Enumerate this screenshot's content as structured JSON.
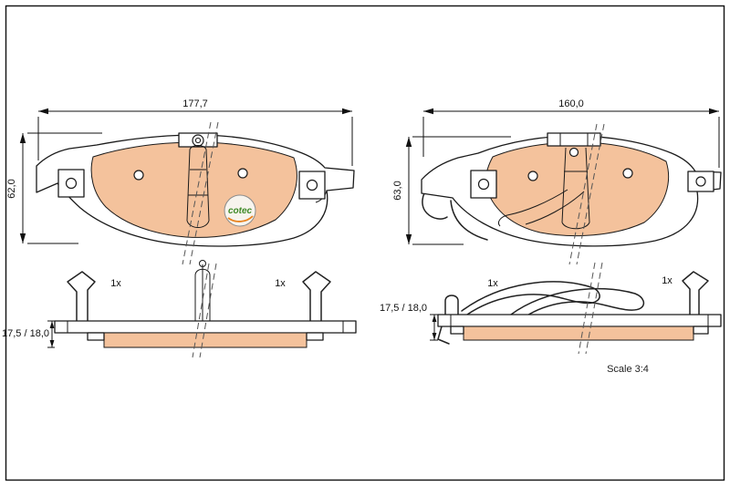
{
  "drawing": {
    "front_left": {
      "width": "177,7",
      "height": "62,0"
    },
    "front_right": {
      "width": "160,0",
      "height": "63,0"
    },
    "side_left": {
      "thickness": "17,5 / 18,0",
      "qty_left": "1x",
      "qty_right": "1x"
    },
    "side_right": {
      "thickness": "17,5 / 18,0",
      "qty_left": "1x",
      "qty_right": "1x"
    },
    "scale_note": "Scale 3:4",
    "logo_text": "cotec"
  },
  "colors": {
    "friction": "#f4c29c",
    "outline": "#1a1a1a",
    "background": "#ffffff",
    "logo_green": "#3f8a28",
    "logo_orange": "#e8821e"
  }
}
